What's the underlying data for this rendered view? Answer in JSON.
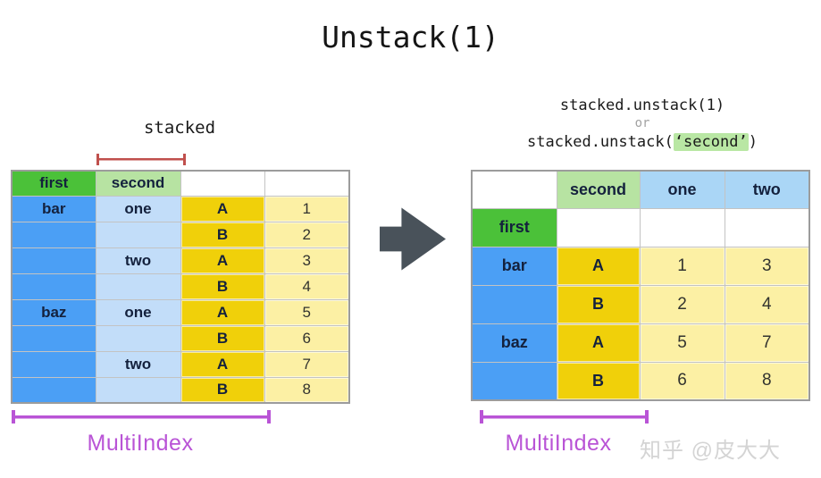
{
  "title": "Unstack(1)",
  "colors": {
    "accent_red": "#c0504d",
    "accent_purple": "#b954d6",
    "index_green": "#4bc139",
    "index_light_green": "#b7e3a2",
    "index_blue": "#4b9ff5",
    "index_light_blue": "#c2ddf9",
    "header_light_blue": "#aad6f6",
    "level_gold": "#f0d00a",
    "value_pale_yellow": "#fcf0a4",
    "arrow_gray": "#49525a",
    "watermark_gray": "#d4d4d4",
    "highlight_green": "#b9e7a4"
  },
  "left_panel": {
    "caption": "stacked",
    "multiindex_label": "MultiIndex",
    "table": {
      "header": [
        "first",
        "second",
        "",
        ""
      ],
      "rows": [
        [
          "bar",
          "one",
          "A",
          "1"
        ],
        [
          "",
          "",
          "B",
          "2"
        ],
        [
          "",
          "two",
          "A",
          "3"
        ],
        [
          "",
          "",
          "B",
          "4"
        ],
        [
          "baz",
          "one",
          "A",
          "5"
        ],
        [
          "",
          "",
          "B",
          "6"
        ],
        [
          "",
          "two",
          "A",
          "7"
        ],
        [
          "",
          "",
          "B",
          "8"
        ]
      ]
    }
  },
  "right_panel": {
    "caption_line1": "stacked.unstack(1)",
    "caption_or": "or",
    "caption_line3_prefix": "stacked.unstack(",
    "caption_line3_highlight": "‘second’",
    "caption_line3_suffix": ")",
    "multiindex_label": "MultiIndex",
    "table": {
      "header": [
        "",
        "second",
        "one",
        "two"
      ],
      "rows": [
        [
          "first",
          "",
          "",
          ""
        ],
        [
          "bar",
          "A",
          "1",
          "3"
        ],
        [
          "",
          "B",
          "2",
          "4"
        ],
        [
          "baz",
          "A",
          "5",
          "7"
        ],
        [
          "",
          "B",
          "6",
          "8"
        ]
      ]
    }
  },
  "watermark": "知乎 @皮大大"
}
